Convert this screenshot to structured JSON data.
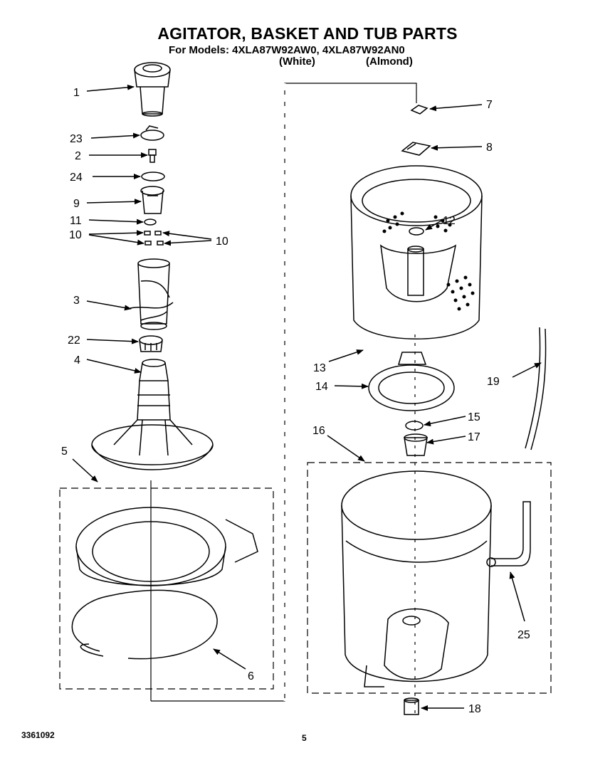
{
  "header": {
    "title": "AGITATOR, BASKET AND TUB PARTS",
    "models_line": "For Models: 4XLA87W92AW0, 4XLA87W92AN0",
    "variant_white": "(White)",
    "variant_almond": "(Almond)"
  },
  "footer": {
    "doc_number": "3361092",
    "page_number": "5"
  },
  "callouts": {
    "c1": "1",
    "c23": "23",
    "c2": "2",
    "c24": "24",
    "c9": "9",
    "c11": "11",
    "c10a": "10",
    "c10b": "10",
    "c3": "3",
    "c22": "22",
    "c4": "4",
    "c5": "5",
    "c6": "6",
    "c7": "7",
    "c8": "8",
    "c12": "12",
    "c13": "13",
    "c14": "14",
    "c19": "19",
    "c15": "15",
    "c16": "16",
    "c17": "17",
    "c25": "25",
    "c18": "18"
  }
}
